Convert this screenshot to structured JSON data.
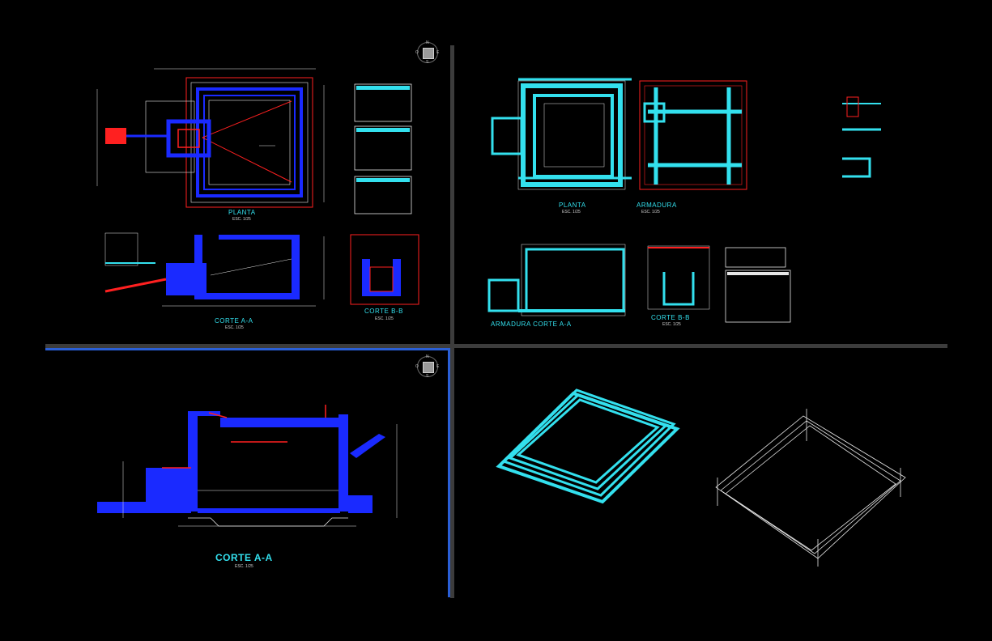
{
  "viewports": {
    "top_left": {
      "plan_label": "PLANTA",
      "plan_scale": "ESC. 1/25",
      "section_a_label": "CORTE A-A",
      "section_a_scale": "ESC. 1/25",
      "section_b_label": "CORTE B-B",
      "section_b_scale": "ESC. 1/25"
    },
    "top_right": {
      "plan_label": "PLANTA",
      "plan_scale": "ESC. 1/25",
      "rebar_label": "ARMADURA",
      "rebar_scale": "ESC. 1/25",
      "rebar_section_a_label": "ARMADURA CORTE A-A",
      "section_b_label": "CORTE B-B",
      "section_b_scale": "ESC. 1/25"
    },
    "bottom_left": {
      "section_label": "CORTE A-A",
      "section_scale": "ESC. 1/25"
    },
    "bottom_right": {}
  },
  "viewcube": {
    "north": "N",
    "south": "S",
    "east": "E",
    "west": "O"
  },
  "colors": {
    "background": "#000000",
    "cyan": "#33e0ee",
    "blue": "#1a2aff",
    "red": "#ff2020",
    "white": "#e6e6e6",
    "active_viewport_border": "#2a5fd6"
  },
  "icons": [
    "viewcube-icon"
  ]
}
